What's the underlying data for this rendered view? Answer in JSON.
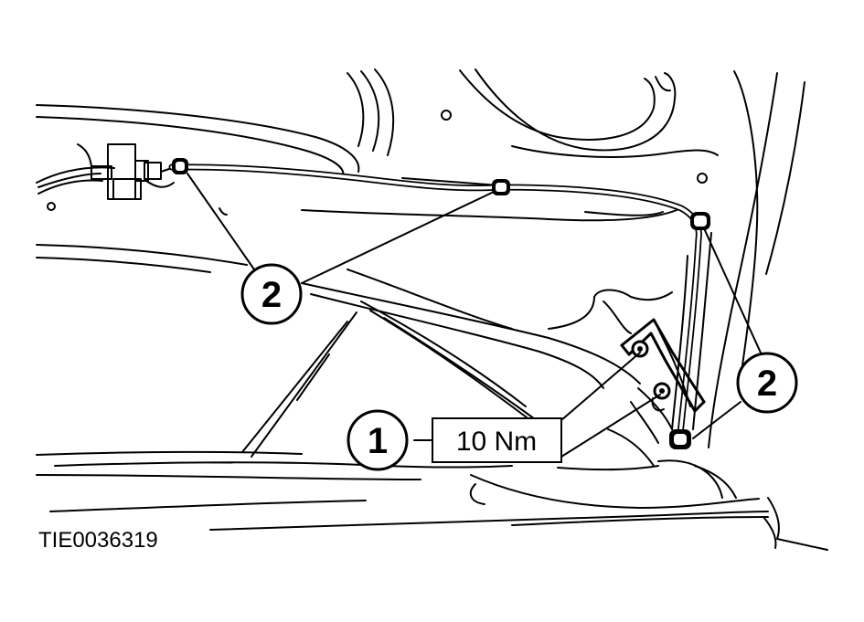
{
  "callouts": {
    "item1": "1",
    "item2a": "2",
    "item2b": "2"
  },
  "torque_label": "10 Nm",
  "reference_code": "TIE0036319"
}
